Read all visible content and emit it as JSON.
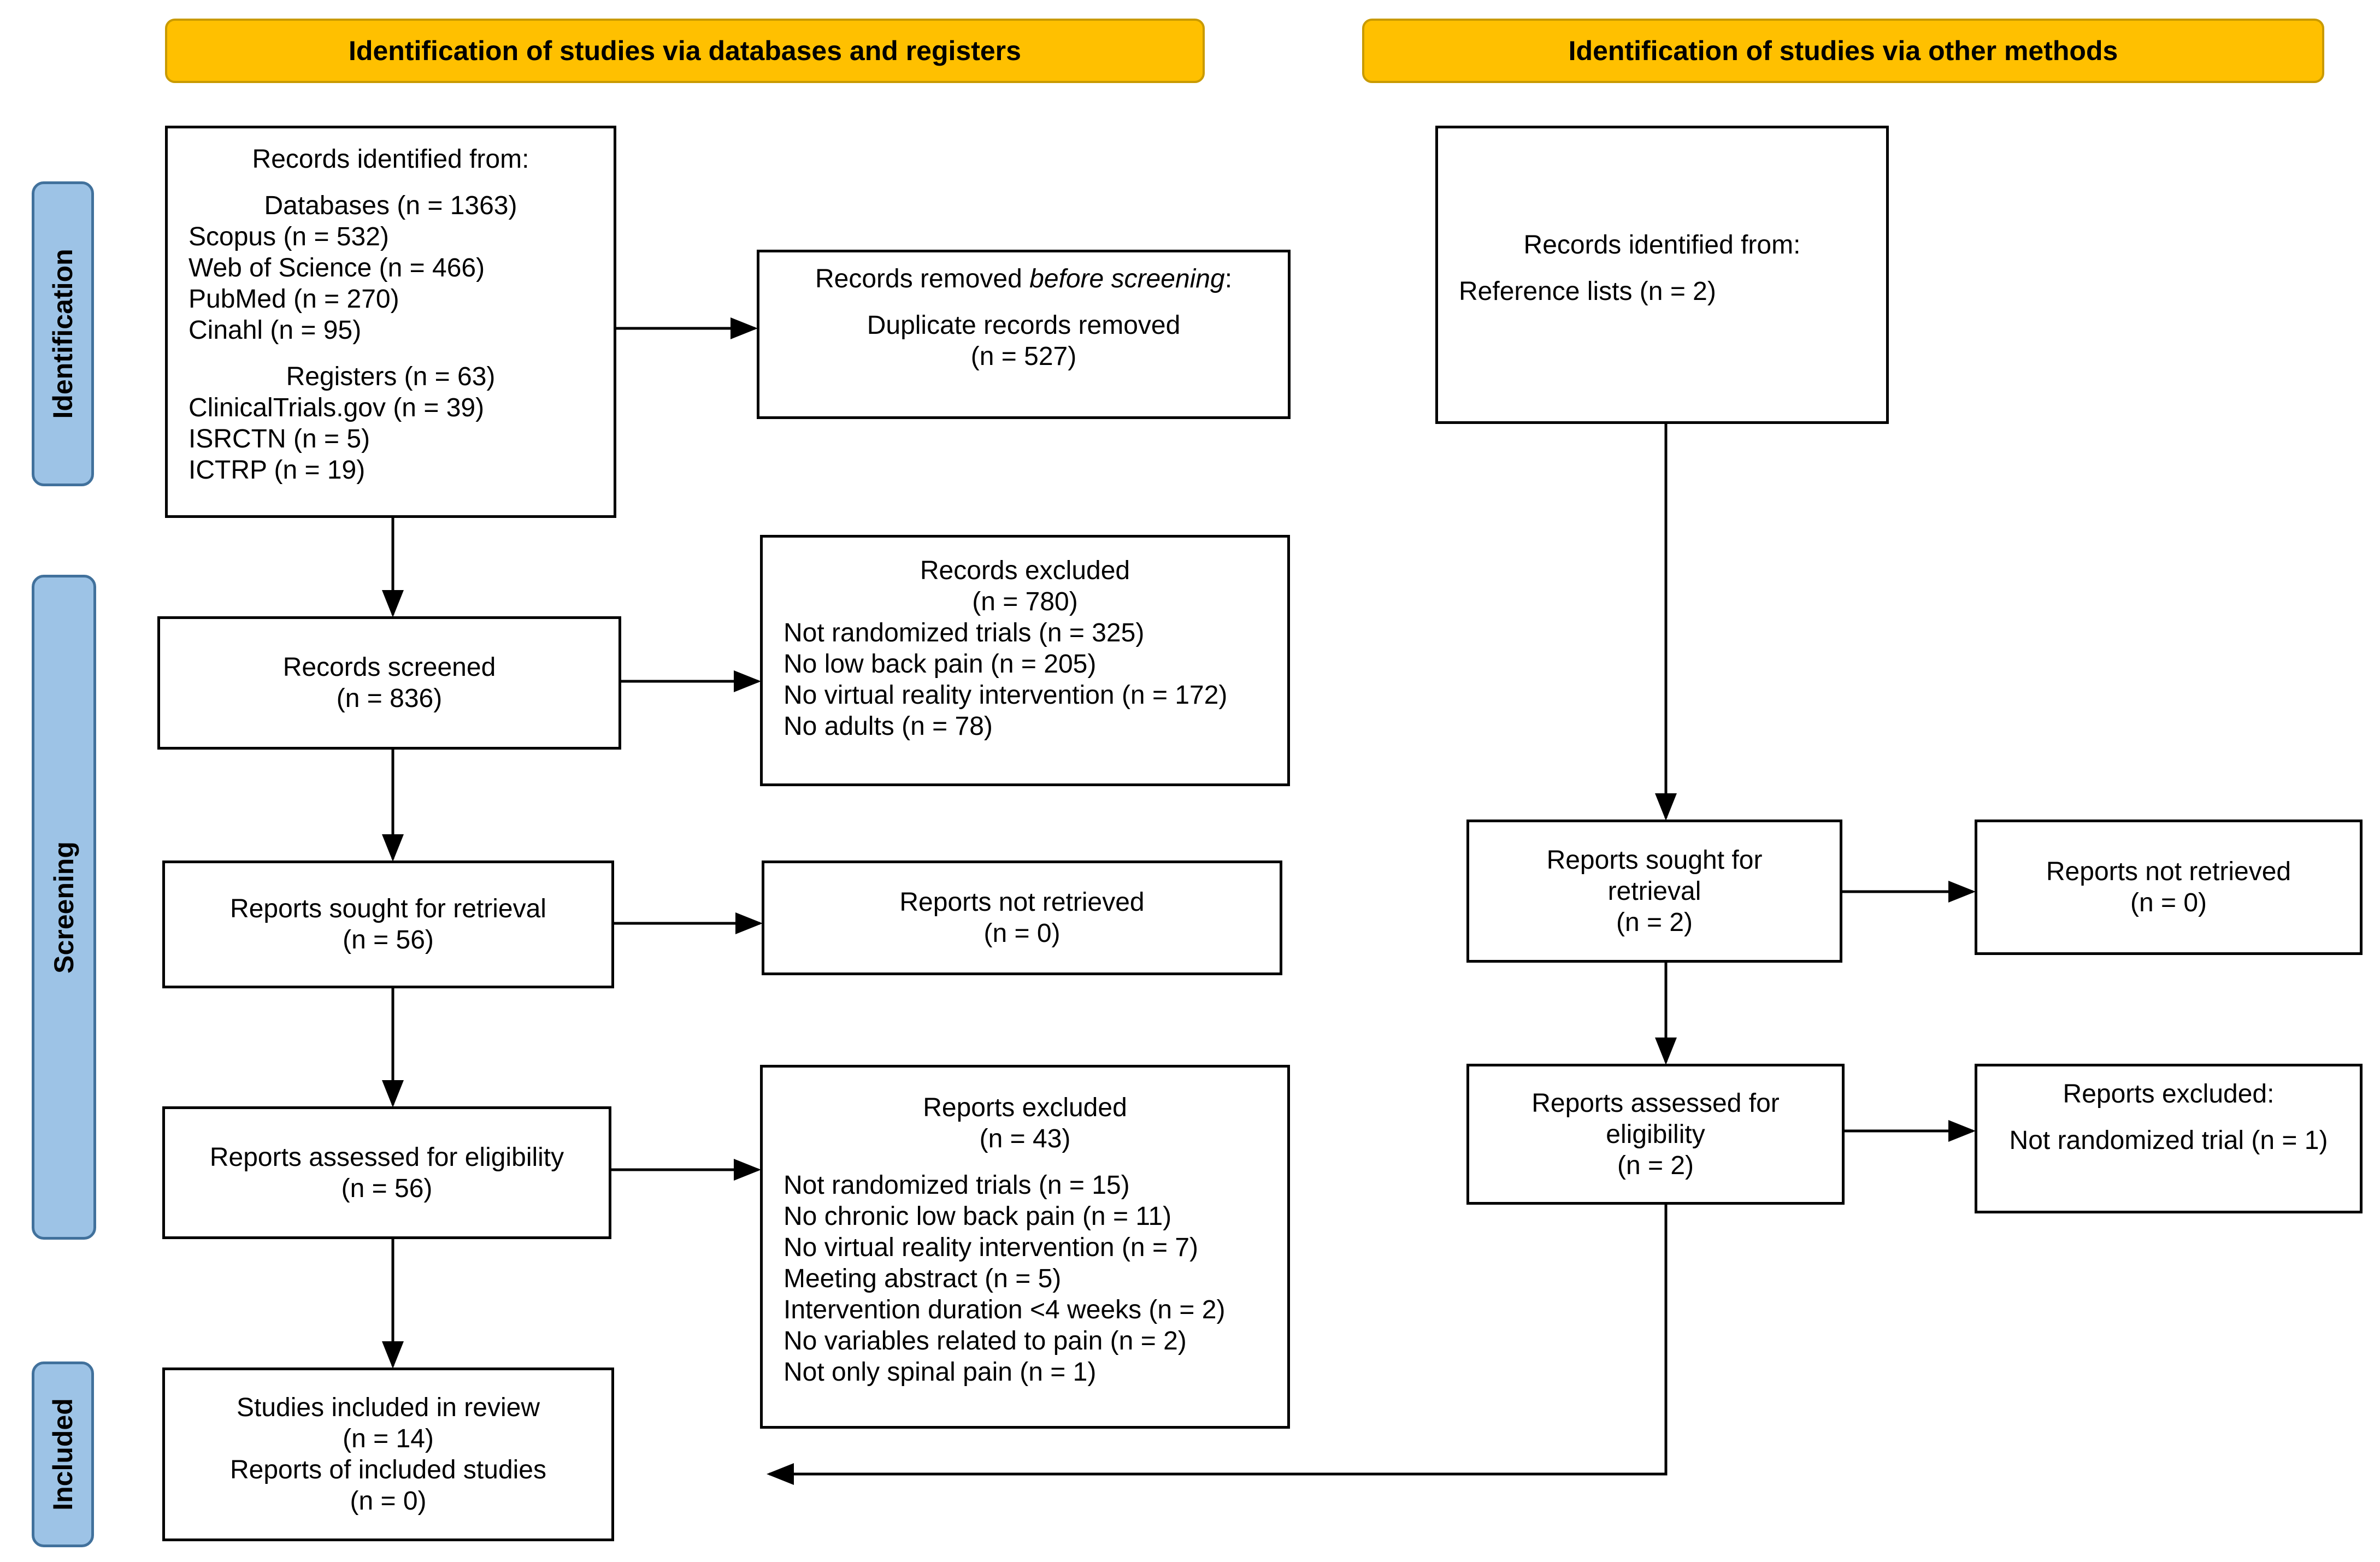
{
  "headers": {
    "left": "Identification of studies via databases and registers",
    "right": "Identification of studies via other methods"
  },
  "phases": {
    "identification": "Identification",
    "screening": "Screening",
    "included": "Included"
  },
  "db": {
    "records": {
      "title": "Records identified from:",
      "databases": "Databases (n = 1363)",
      "db_items": [
        "Scopus (n = 532)",
        "Web of Science (n = 466)",
        "PubMed (n = 270)",
        "Cinahl (n = 95)"
      ],
      "registers": "Registers (n = 63)",
      "reg_items": [
        "ClinicalTrials.gov (n = 39)",
        "ISRCTN (n = 5)",
        "ICTRP (n = 19)"
      ]
    },
    "removed": {
      "title_plain": "Records removed ",
      "title_italic": "before screening",
      "title_suffix": ":",
      "line1": "Duplicate records removed",
      "line2": "(n = 527)"
    },
    "screened": {
      "line1": "Records screened",
      "line2": "(n = 836)"
    },
    "excluded": {
      "title": "Records excluded",
      "count": "(n = 780)",
      "items": [
        "Not randomized trials (n = 325)",
        "No low back pain (n = 205)",
        "No virtual reality intervention (n = 172)",
        "No adults (n = 78)"
      ]
    },
    "sought": {
      "line1": "Reports sought for retrieval",
      "line2": "(n = 56)"
    },
    "not_retrieved": {
      "line1": "Reports not retrieved",
      "line2": "(n = 0)"
    },
    "assessed": {
      "line1": "Reports assessed for eligibility",
      "line2": "(n = 56)"
    },
    "reports_excluded": {
      "title": "Reports excluded",
      "count": "(n = 43)",
      "items": [
        "Not randomized trials (n = 15)",
        "No chronic low back pain (n = 11)",
        "No virtual reality intervention (n = 7)",
        "Meeting abstract (n = 5)",
        "Intervention duration <4 weeks (n = 2)",
        "No variables related to pain (n = 2)",
        "Not only spinal pain (n = 1)"
      ]
    },
    "included": {
      "line1": "Studies included in review",
      "line2": "(n = 14)",
      "line3": "Reports of included studies",
      "line4": "(n = 0)"
    }
  },
  "other": {
    "records": {
      "title": "Records identified from:",
      "line1": "Reference lists (n = 2)"
    },
    "sought": {
      "line1": "Reports sought for",
      "line2": "retrieval",
      "line3": "(n = 2)"
    },
    "not_retrieved": {
      "line1": "Reports not retrieved",
      "line2": "(n = 0)"
    },
    "assessed": {
      "line1": "Reports assessed for",
      "line2": "eligibility",
      "line3": "(n = 2)"
    },
    "excluded": {
      "title": "Reports excluded:",
      "line1": "Not randomized trial (n = 1)"
    }
  }
}
